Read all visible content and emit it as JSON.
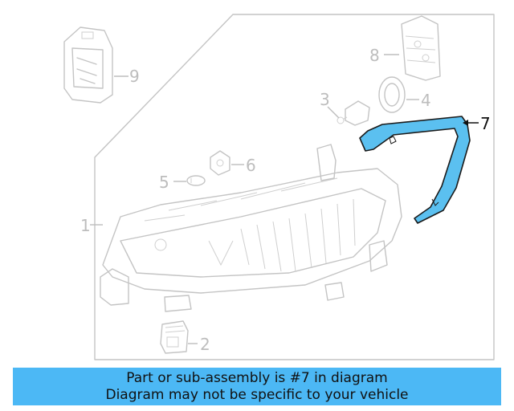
{
  "callouts": {
    "c1": "1",
    "c2": "2",
    "c3": "3",
    "c4": "4",
    "c5": "5",
    "c6": "6",
    "c7": "7",
    "c8": "8",
    "c9": "9"
  },
  "highlighted_part": "7",
  "colors": {
    "highlight_fill": "#5bc0f0",
    "banner": "#4cb8f5",
    "ghost_line": "#c4c4c4"
  },
  "banner": {
    "line1": "Part or sub-assembly is #7 in diagram",
    "line2": "Diagram may not be specific to your vehicle"
  }
}
